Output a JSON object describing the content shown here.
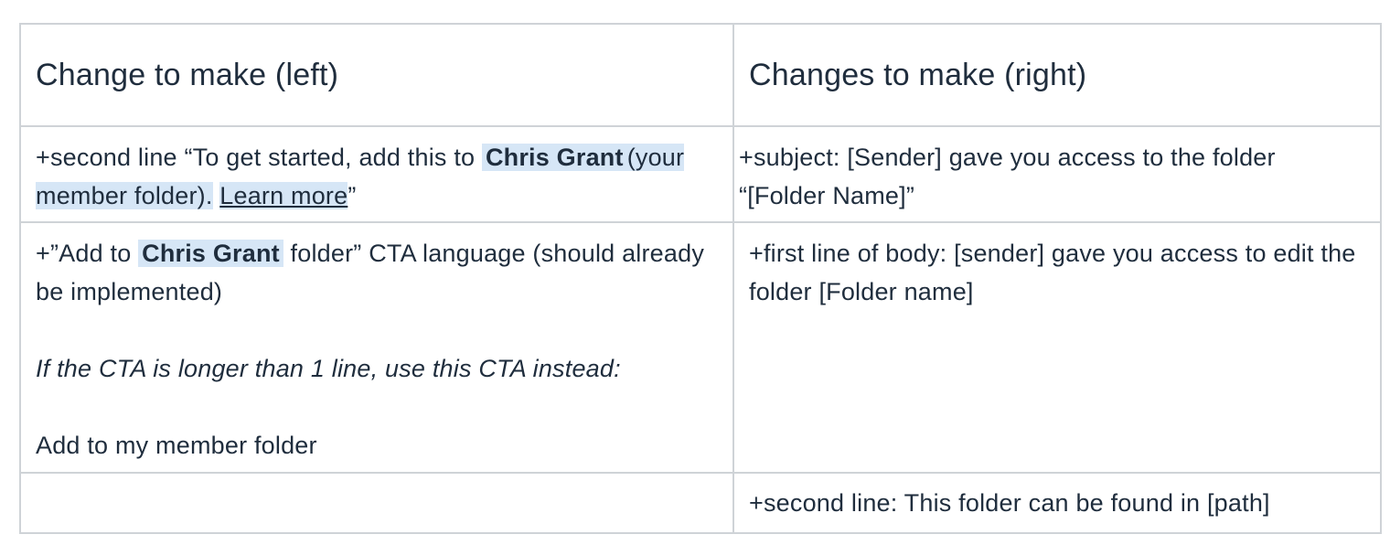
{
  "headers": {
    "left": "Change to make (left)",
    "right": "Changes to make (right)"
  },
  "row1": {
    "left_prefix": "+second line “To get started, add this to ",
    "left_name": "Chris Grant",
    "left_paren": "(your member folder).",
    "left_space": " ",
    "left_link": "Learn more",
    "left_suffix": "”",
    "right": " +subject: [Sender] gave you access to the folder “[Folder Name]”"
  },
  "row2": {
    "left_prefix": "+”Add to ",
    "left_name": "Chris Grant",
    "left_suffix": " folder” CTA language (should already be implemented)",
    "left_italic": "If the CTA is longer than 1 line, use this CTA instead:",
    "left_cta": "Add to my member folder",
    "right": "+first line of body: [sender] gave you access to edit the folder [Folder name]"
  },
  "row3": {
    "left": "",
    "right": "+second line: This folder can be found in [path]"
  },
  "colors": {
    "highlight": "#d6e6f6",
    "border": "#cfd3d7",
    "text": "#1f2d3d"
  }
}
